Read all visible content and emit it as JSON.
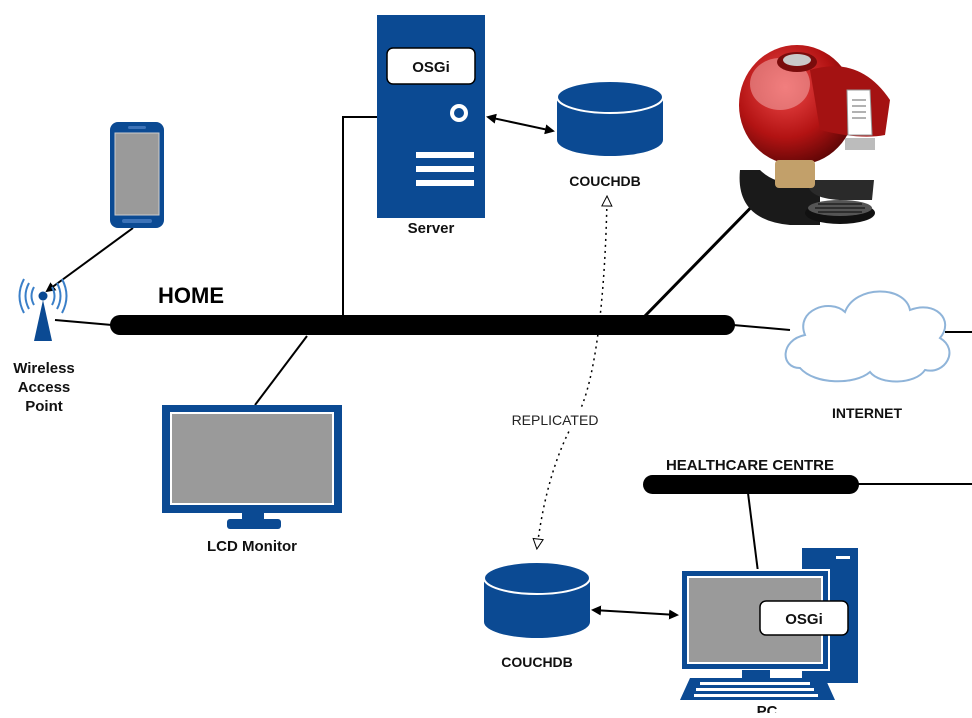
{
  "diagram": {
    "home_bus": {
      "label": "HOME"
    },
    "healthcare_bus": {
      "label": "HEALTHCARE CENTRE"
    },
    "server": {
      "label": "Server",
      "badge": "OSGi"
    },
    "couchdb_home": {
      "label": "COUCHDB"
    },
    "couchdb_centre": {
      "label": "COUCHDB"
    },
    "replication": {
      "label": "REPLICATED"
    },
    "wireless_ap": {
      "line1": "Wireless",
      "line2": "Access",
      "line3": "Point"
    },
    "lcd_monitor": {
      "label": "LCD Monitor"
    },
    "internet": {
      "label": "INTERNET"
    },
    "pc": {
      "label": "PC",
      "badge": "OSGi"
    },
    "colors": {
      "device_blue": "#0b4a93",
      "screen_gray": "#9a9a9a",
      "bus_black": "#000000",
      "cloud_blue": "#8fb4d9"
    },
    "icons": [
      "smartphone-icon",
      "wireless-access-point-icon",
      "server-icon",
      "database-icon",
      "coffee-machine-icon",
      "cloud-icon",
      "lcd-monitor-icon",
      "pc-icon"
    ]
  }
}
